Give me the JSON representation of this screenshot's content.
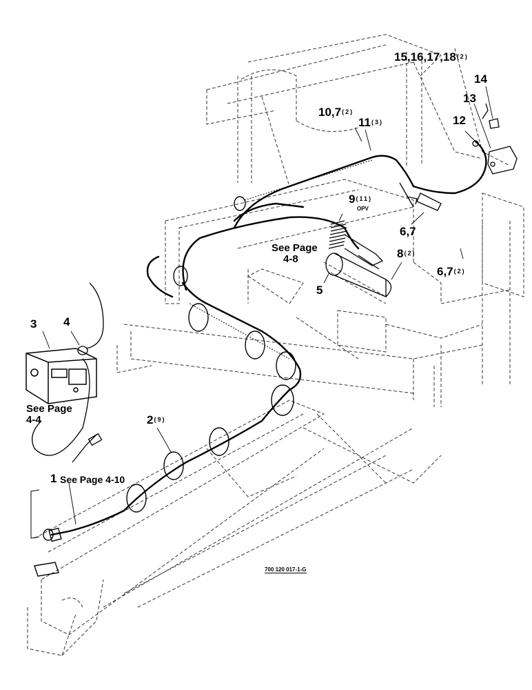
{
  "callouts": {
    "c15": {
      "num": "15,16,17,18",
      "qty": "(2)"
    },
    "c14": {
      "num": "14",
      "qty": ""
    },
    "c13": {
      "num": "13",
      "qty": ""
    },
    "c12": {
      "num": "12",
      "qty": ""
    },
    "c10": {
      "num": "10,7",
      "qty": "(2)"
    },
    "c11": {
      "num": "11",
      "qty": "(3)"
    },
    "c9": {
      "num": "9",
      "qty": "(11)",
      "sub": "OPV"
    },
    "c6a": {
      "num": "6,7",
      "qty": ""
    },
    "c8": {
      "num": "8",
      "qty": "(2)"
    },
    "c6b": {
      "num": "6,7",
      "qty": "(2)"
    },
    "c5": {
      "num": "5",
      "qty": ""
    },
    "c3": {
      "num": "3",
      "qty": ""
    },
    "c4": {
      "num": "4",
      "qty": ""
    },
    "c2": {
      "num": "2",
      "qty": "(9)"
    },
    "c1": {
      "num": "1",
      "qty": ""
    }
  },
  "references": {
    "ref_4_8_line1": "See Page",
    "ref_4_8_line2": "4-8",
    "ref_4_4_line1": "See Page",
    "ref_4_4_line2": "4-4",
    "ref_4_10": "See Page 4-10"
  },
  "drawing_number": "700 120 017-1-G",
  "colors": {
    "ink": "#000000",
    "paper": "#ffffff",
    "frame_line": "#333333"
  }
}
